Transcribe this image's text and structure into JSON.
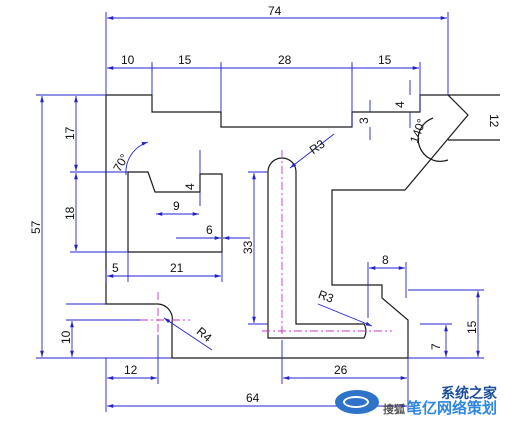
{
  "dimensions": {
    "overall_width": "74",
    "top_left": "10",
    "top_15a": "15",
    "top_28": "28",
    "top_15b": "15",
    "right_4": "4",
    "right_12": "12",
    "small_3": "3",
    "angle_140": "140°",
    "left_17": "17",
    "left_18": "18",
    "left_57": "57",
    "left_10": "10",
    "angle_70": "70°",
    "inner_4": "4",
    "inner_9": "9",
    "inner_6": "6",
    "bottom_5": "5",
    "bottom_21": "21",
    "slot_33": "33",
    "radius_r3_top": "R3",
    "radius_r3_bottom": "R3",
    "radius_r4": "R4",
    "dim_8": "8",
    "dim_15_right": "15",
    "dim_7": "7",
    "dim_26": "26",
    "dim_12_bottom": "12",
    "overall_bottom": "64"
  },
  "watermark": {
    "line1": "系统之家",
    "line2_prefix": "搜狐",
    "line2": "笔亿网络策划"
  },
  "colors": {
    "outline": "#1a1a1a",
    "dimension": "#2222cc",
    "centerline": "#cc33cc"
  }
}
